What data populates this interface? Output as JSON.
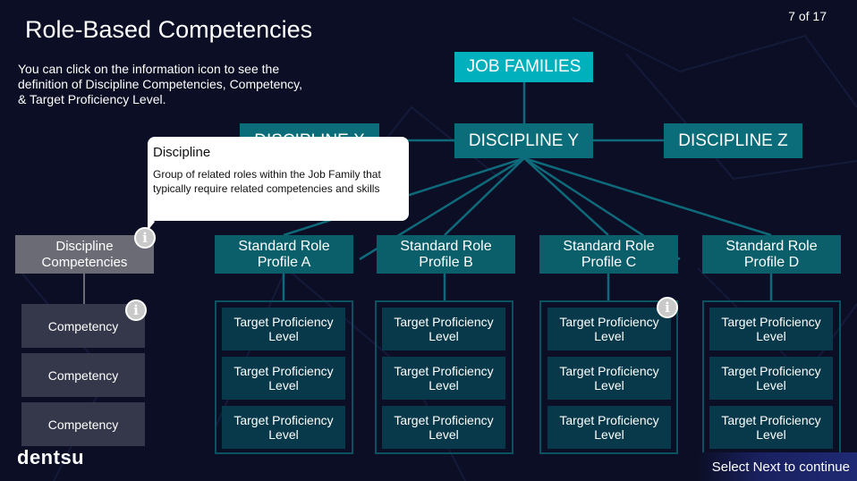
{
  "header": {
    "title": "Role-Based Competencies",
    "page_indicator": "7 of 17"
  },
  "intro_text": "You can click on the information icon to see the definition of Discipline Competencies, Competency, & Target Proficiency Level.",
  "job_families": "JOB FAMILIES",
  "disciplines": [
    "DISCIPLINE X",
    "DISCIPLINE Y",
    "DISCIPLINE Z"
  ],
  "tooltip": {
    "title": "Discipline",
    "body": "Group of related roles within the Job Family that typically require related competencies and skills"
  },
  "discipline_competencies": "Discipline Competencies",
  "competencies": [
    "Competency",
    "Competency",
    "Competency"
  ],
  "role_profiles": [
    "Standard Role Profile A",
    "Standard Role Profile B",
    "Standard Role Profile C",
    "Standard Role Profile D"
  ],
  "target_proficiency": "Target Proficiency Level",
  "info_icon_glyph": "i",
  "logo": "dentsu",
  "footer": {
    "next_text": "Select Next to continue"
  },
  "colors": {
    "background": "#0b0e24",
    "accent": "#00b1bd",
    "teal": "#0b6c7a",
    "dark_teal": "#08394a",
    "grey": "#6b6b76"
  }
}
